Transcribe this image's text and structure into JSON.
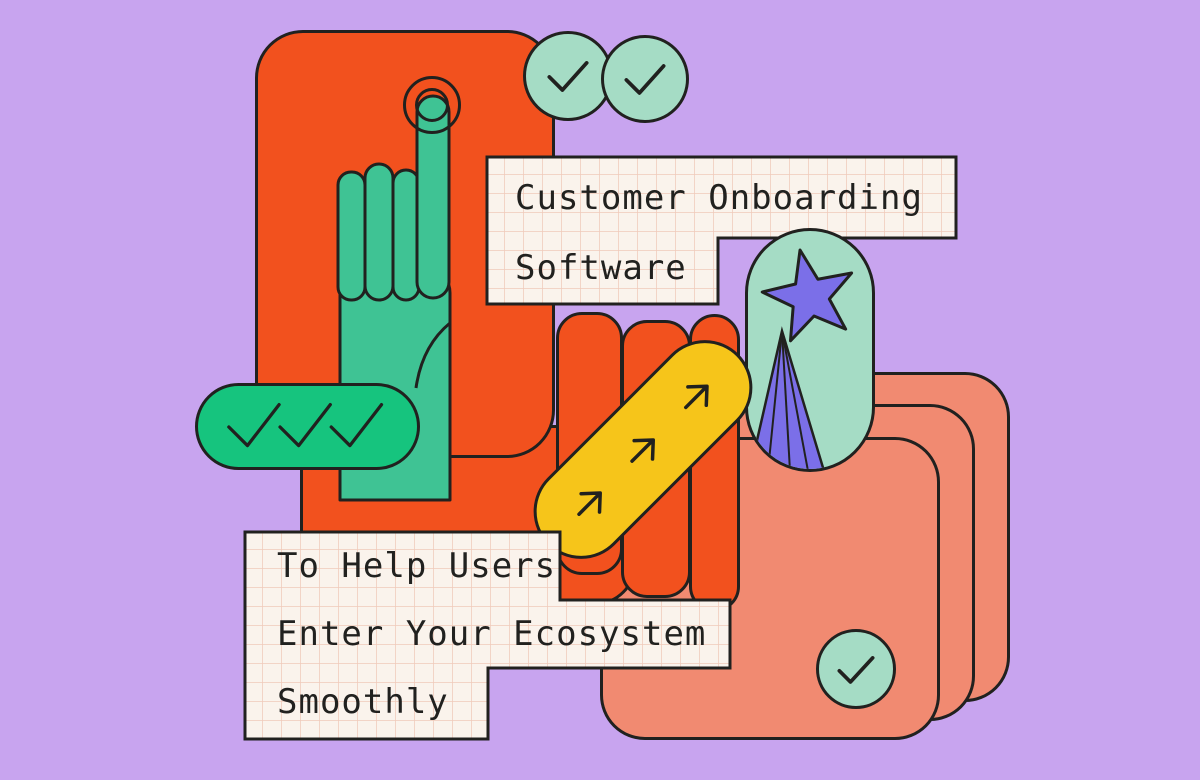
{
  "title_box": {
    "line1": "Customer Onboarding",
    "line2": "Software"
  },
  "tagline_box": {
    "line1": "To Help Users",
    "line2": "Enter Your Ecosystem",
    "line3": "Smoothly"
  },
  "icons": {
    "hand_pointing": "☝",
    "target_rings": "◎",
    "checkmark": "✓",
    "arrow_up_right": "↗",
    "star": "★"
  },
  "palette": {
    "background": "#c8a4ef",
    "orange": "#f2511e",
    "salmon": "#f18a71",
    "hand_green": "#3fc394",
    "mint": "#a5dcc5",
    "emerald": "#16c47e",
    "yellow": "#f6c51a",
    "star_purple": "#7b6fe8",
    "outline": "#21211f",
    "paper": "#faf3ec",
    "paper_grid": "#f0c9ba"
  }
}
